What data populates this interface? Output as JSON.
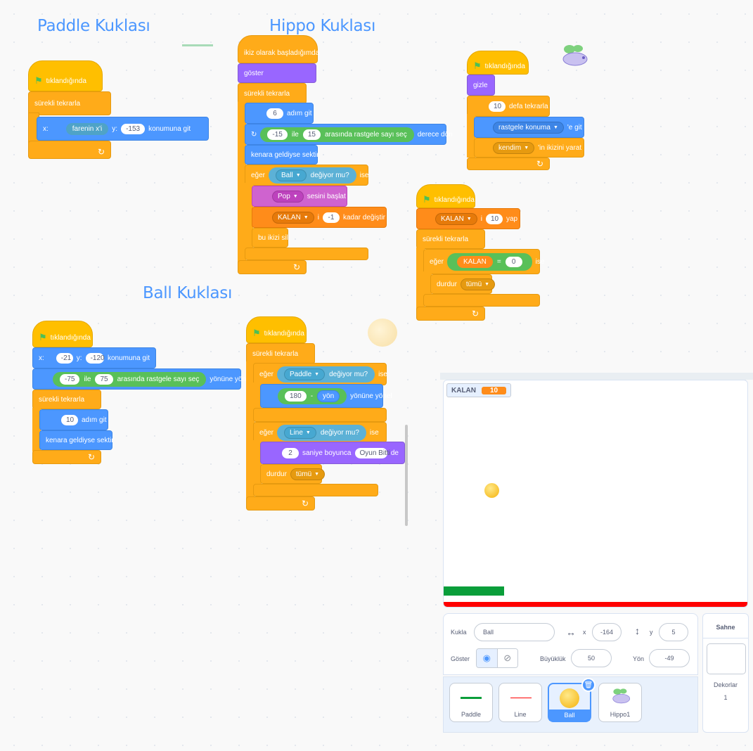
{
  "headings": {
    "paddle": "Paddle Kuklası",
    "hippo": "Hippo Kuklası",
    "ball": "Ball Kuklası"
  },
  "blocks": {
    "when_flag": "tıklandığında",
    "forever": "sürekli tekrarla",
    "if": "eğer",
    "then": "ise",
    "paddle": {
      "x_label": "x:",
      "mouse_x": "farenin x'i",
      "y_label": "y:",
      "y_value": "-153",
      "goto_suffix": "konumuna git"
    },
    "hippo_clone": {
      "hat": "ikiz olarak başladığımda",
      "show": "göster",
      "move_steps": "6",
      "move_label": "adım git",
      "turn_from": "-15",
      "turn_and": "ile",
      "turn_to": "15",
      "random_label": "arasında rastgele sayı seç",
      "turn_suffix": "derece dön",
      "bounce": "kenara geldiyse sektir",
      "touching_target": "Ball",
      "touching_label": "değiyor mu?",
      "sound": "Pop",
      "sound_label": "sesini başlat",
      "change_var": "KALAN",
      "change_i": "i",
      "change_value": "-1",
      "change_label": "kadar değiştir",
      "delete_clone": "bu ikizi sil"
    },
    "hippo_main": {
      "hide": "gizle",
      "repeat_count": "10",
      "repeat_label": "defa tekrarla",
      "goto_menu": "rastgele konuma",
      "goto_suffix": "'e git",
      "clone_menu": "kendim",
      "clone_suffix": "'in ikizini yarat"
    },
    "hippo_game": {
      "set_var": "KALAN",
      "set_i": "i",
      "set_value": "10",
      "set_label": "yap",
      "cmp_var": "KALAN",
      "cmp_op": "=",
      "cmp_value": "0",
      "stop_label": "durdur",
      "stop_menu": "tümü"
    },
    "ball_main": {
      "x_label": "x:",
      "x_value": "-21",
      "y_label": "y:",
      "y_value": "-120",
      "goto_suffix": "konumuna git",
      "dir_from": "-75",
      "dir_and": "ile",
      "dir_to": "75",
      "random_label": "arasında rastgele sayı seç",
      "point_suffix": "yönüne yönel",
      "move_steps": "10",
      "move_label": "adım git",
      "bounce": "kenara geldiyse sektir"
    },
    "ball_check": {
      "touch_paddle": "Paddle",
      "touching_label": "değiyor mu?",
      "sub_a": "180",
      "sub_op": "-",
      "direction": "yön",
      "point_suffix": "yönüne yönel",
      "touch_line": "Line",
      "say_secs": "2",
      "say_label": "saniye boyunca",
      "say_text": "Oyun Bitti",
      "say_suffix": "de",
      "stop_label": "durdur",
      "stop_menu": "tümü"
    }
  },
  "stage": {
    "var_name": "KALAN",
    "var_value": "10"
  },
  "sprite_info": {
    "kukla_label": "Kukla",
    "name": "Ball",
    "x_label": "x",
    "x": "-164",
    "y_label": "y",
    "y": "5",
    "show_label": "Göster",
    "size_label": "Büyüklük",
    "size": "50",
    "dir_label": "Yön",
    "direction": "-49"
  },
  "sprites": [
    "Paddle",
    "Line",
    "Ball",
    "Hippo1"
  ],
  "stage_panel": {
    "title": "Sahne",
    "backdrops_label": "Dekorlar",
    "backdrops_count": "1"
  },
  "colors": {
    "events": "#ffbf00",
    "control": "#ffab19",
    "motion": "#4c97ff",
    "looks": "#9966ff",
    "sound": "#cf63cf",
    "variables": "#ff8c1a",
    "sensing": "#5cb1d6",
    "operators": "#59c059",
    "selected": "#4c97ff"
  }
}
